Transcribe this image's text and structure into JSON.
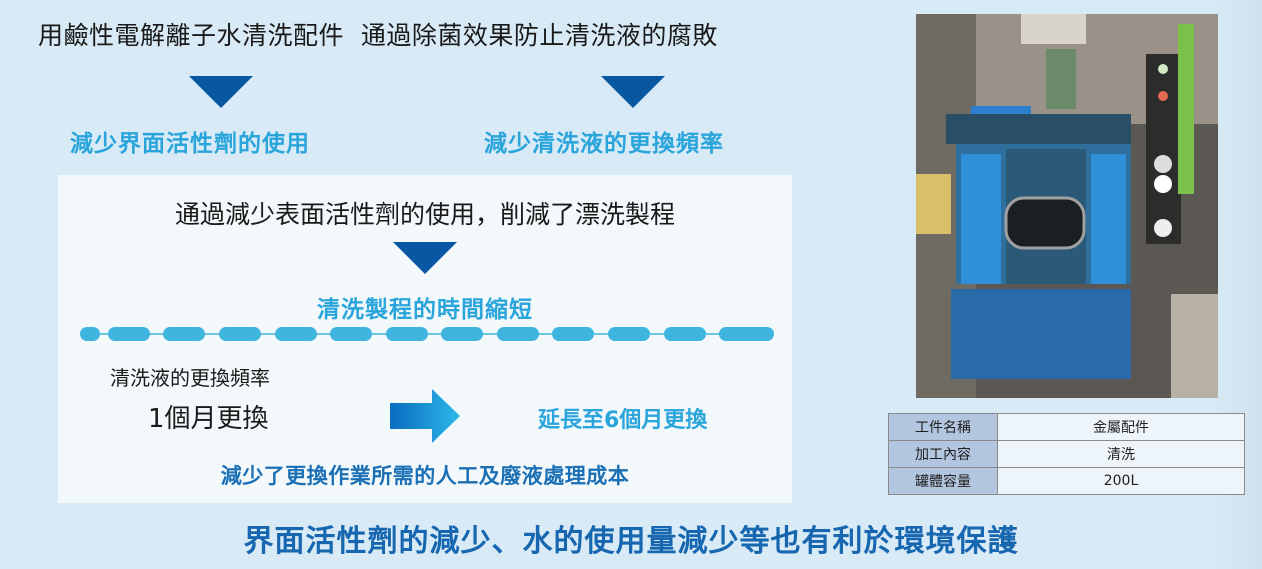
{
  "intro": {
    "left": "用鹼性電解離子水清洗配件",
    "right": "通過除菌效果防止清洗液的腐敗"
  },
  "benefits": [
    {
      "label": "減少界面活性劑的使用"
    },
    {
      "label": "減少清洗液的更換頻率"
    }
  ],
  "panel": {
    "intro": "通過減少表面活性劑的使用，削減了漂洗製程",
    "result": "清洗製程的時間縮短",
    "frequency_label": "清洗液的更換頻率",
    "old_interval": "1個月更換",
    "new_interval": "延長至6個月更換",
    "saving": "減少了更換作業所需的人工及廢液處理成本"
  },
  "conclusion": "界面活性劑的減少、水的使用量減少等也有利於環境保護",
  "spec_table": {
    "rows": [
      {
        "key": "工件名稱",
        "value": "金屬配件"
      },
      {
        "key": "加工內容",
        "value": "清洗"
      },
      {
        "key": "罐體容量",
        "value": "200L"
      }
    ]
  },
  "photo": {
    "subject": "washing-machine-photo"
  },
  "colors": {
    "background": "#d8eaf5",
    "panel": "#f3f8fb",
    "arrow_dark": "#0757a3",
    "accent_cyan": "#2aa5dc",
    "accent_blue": "#1767b0",
    "table_header": "#b3c6e0"
  }
}
